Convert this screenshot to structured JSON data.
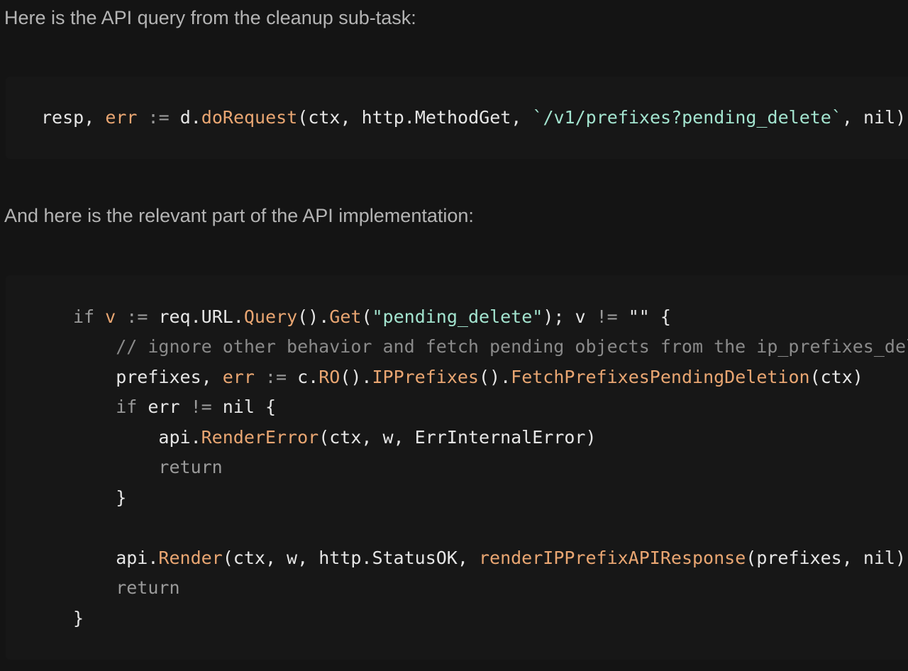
{
  "prose": {
    "intro": "Here is the API query from the cleanup sub-task:",
    "impl_intro": "And here is the relevant part of the API implementation:"
  },
  "code_blocks": [
    {
      "language": "go",
      "lines": [
        [
          {
            "t": "resp, ",
            "k": "plain"
          },
          {
            "t": "err",
            "k": "func"
          },
          {
            "t": " := ",
            "k": "key"
          },
          {
            "t": "d.",
            "k": "plain"
          },
          {
            "t": "doRequest",
            "k": "func"
          },
          {
            "t": "(ctx, http.MethodGet, ",
            "k": "plain"
          },
          {
            "t": "`/v1/prefixes?pending_delete`",
            "k": "str"
          },
          {
            "t": ", nil)",
            "k": "plain"
          }
        ]
      ]
    },
    {
      "language": "go",
      "lines": [
        [
          {
            "t": "if ",
            "k": "key"
          },
          {
            "t": "v",
            "k": "func"
          },
          {
            "t": " := ",
            "k": "key"
          },
          {
            "t": "req.URL.",
            "k": "plain"
          },
          {
            "t": "Query",
            "k": "func"
          },
          {
            "t": "().",
            "k": "plain"
          },
          {
            "t": "Get",
            "k": "func"
          },
          {
            "t": "(",
            "k": "plain"
          },
          {
            "t": "\"pending_delete\"",
            "k": "str"
          },
          {
            "t": "); v ",
            "k": "plain"
          },
          {
            "t": "!=",
            "k": "key"
          },
          {
            "t": " \"\" {",
            "k": "plain"
          }
        ],
        [
          {
            "t": "    // ignore other behavior and fetch pending objects from the ip_prefixes_deleted table",
            "k": "comment"
          }
        ],
        [
          {
            "t": "    prefixes, ",
            "k": "plain"
          },
          {
            "t": "err",
            "k": "func"
          },
          {
            "t": " := ",
            "k": "key"
          },
          {
            "t": "c.",
            "k": "plain"
          },
          {
            "t": "RO",
            "k": "func"
          },
          {
            "t": "().",
            "k": "plain"
          },
          {
            "t": "IPPrefixes",
            "k": "func"
          },
          {
            "t": "().",
            "k": "plain"
          },
          {
            "t": "FetchPrefixesPendingDeletion",
            "k": "func"
          },
          {
            "t": "(ctx)",
            "k": "plain"
          }
        ],
        [
          {
            "t": "    if ",
            "k": "key"
          },
          {
            "t": "err ",
            "k": "plain"
          },
          {
            "t": "!=",
            "k": "key"
          },
          {
            "t": " nil {",
            "k": "plain"
          }
        ],
        [
          {
            "t": "        api.",
            "k": "plain"
          },
          {
            "t": "RenderError",
            "k": "func"
          },
          {
            "t": "(ctx, w, ErrInternalError)",
            "k": "plain"
          }
        ],
        [
          {
            "t": "        return",
            "k": "key"
          }
        ],
        [
          {
            "t": "    }",
            "k": "plain"
          }
        ],
        [
          {
            "t": "",
            "k": "plain"
          }
        ],
        [
          {
            "t": "    api.",
            "k": "plain"
          },
          {
            "t": "Render",
            "k": "func"
          },
          {
            "t": "(ctx, w, http.StatusOK, ",
            "k": "plain"
          },
          {
            "t": "renderIPPrefixAPIResponse",
            "k": "func"
          },
          {
            "t": "(prefixes, nil))",
            "k": "plain"
          }
        ],
        [
          {
            "t": "    return",
            "k": "key"
          }
        ],
        [
          {
            "t": "}",
            "k": "plain"
          }
        ]
      ]
    }
  ],
  "colors": {
    "page_background": "#141414",
    "code_background": "#171717",
    "prose_text": "#b4b4b4",
    "code_plain": "#e6e6e6",
    "code_keyword": "#9a9a9a",
    "code_function": "#e9a672",
    "code_string": "#a3e4cf",
    "code_comment": "#8a8a8a"
  }
}
